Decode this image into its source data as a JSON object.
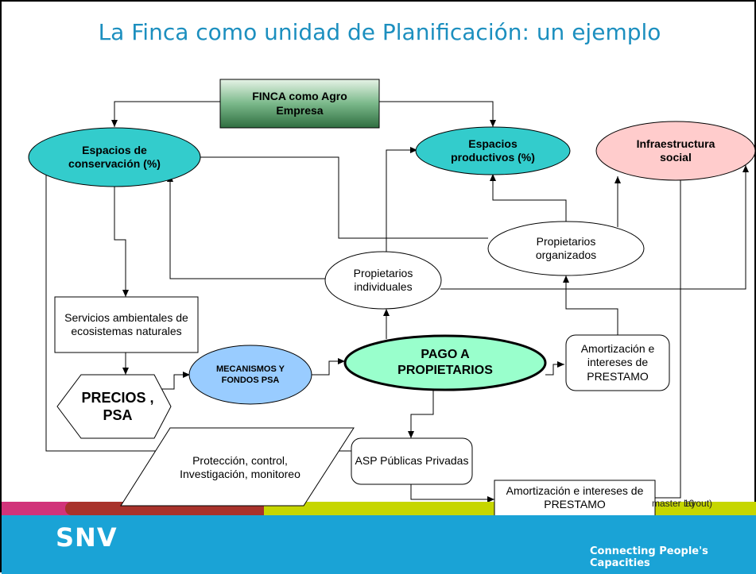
{
  "slide_title": "La Finca como unidad de Planificación: un ejemplo",
  "nodes": {
    "finca": "FINCA como Agro Empresa",
    "espacios_conservacion": "Espacios de conservación (%)",
    "espacios_productivos": "Espacios productivos (%)",
    "infraestructura_social": "Infraestructura social",
    "propietarios_organizados": "Propietarios organizados",
    "propietarios_individuales": "Propietarios individuales",
    "servicios_ambientales": "Servicios ambientales de ecosistemas naturales",
    "precios_psa": "PRECIOS , PSA",
    "mecanismos_fondos": "MECANISMOS Y FONDOS PSA",
    "pago_propietarios": "PAGO A PROPIETARIOS",
    "amortizacion_1": "Amortización e intereses de PRESTAMO",
    "asp": "ASP Públicas Privadas",
    "proteccion": "Protección, control, Investigación, monitoreo",
    "amortizacion_2": "Amortización e intereses de PRESTAMO"
  },
  "footer": {
    "master_text": "master layout)",
    "page_number": "10",
    "brand": "SNV",
    "tagline": "Connecting People's Capacities"
  },
  "colors": {
    "title": "#1c8fbf",
    "finca_fill": "#5f9e6e",
    "teal_fill": "#33cccc",
    "pink_fill": "#ffcccc",
    "blue_fill": "#99ccff",
    "mint_fill": "#99ffcc",
    "footer_blue": "#1aa3d6"
  }
}
